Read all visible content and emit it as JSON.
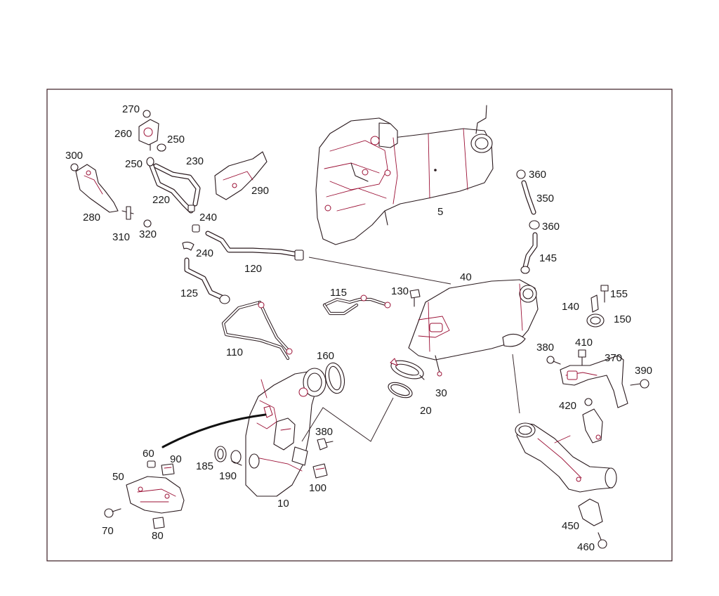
{
  "labels": {
    "p5": "5",
    "p10": "10",
    "p20": "20",
    "p30": "30",
    "p40": "40",
    "p50": "50",
    "p60": "60",
    "p70": "70",
    "p80": "80",
    "p90": "90",
    "p100": "100",
    "p110": "110",
    "p115": "115",
    "p120": "120",
    "p125": "125",
    "p130": "130",
    "p140": "140",
    "p145": "145",
    "p150": "150",
    "p155": "155",
    "p160": "160",
    "p185": "185",
    "p190": "190",
    "p220": "220",
    "p230": "230",
    "p240a": "240",
    "p240b": "240",
    "p250a": "250",
    "p250b": "250",
    "p260": "260",
    "p270": "270",
    "p280": "280",
    "p290": "290",
    "p300": "300",
    "p310": "310",
    "p320": "320",
    "p350": "350",
    "p360a": "360",
    "p360b": "360",
    "p370": "370",
    "p380a": "380",
    "p380b": "380",
    "p390": "390",
    "p410": "410",
    "p420": "420",
    "p450": "450",
    "p460": "460"
  },
  "colors": {
    "outline": "#2a1a1e",
    "accent": "#9b1035",
    "background": "#ffffff"
  }
}
